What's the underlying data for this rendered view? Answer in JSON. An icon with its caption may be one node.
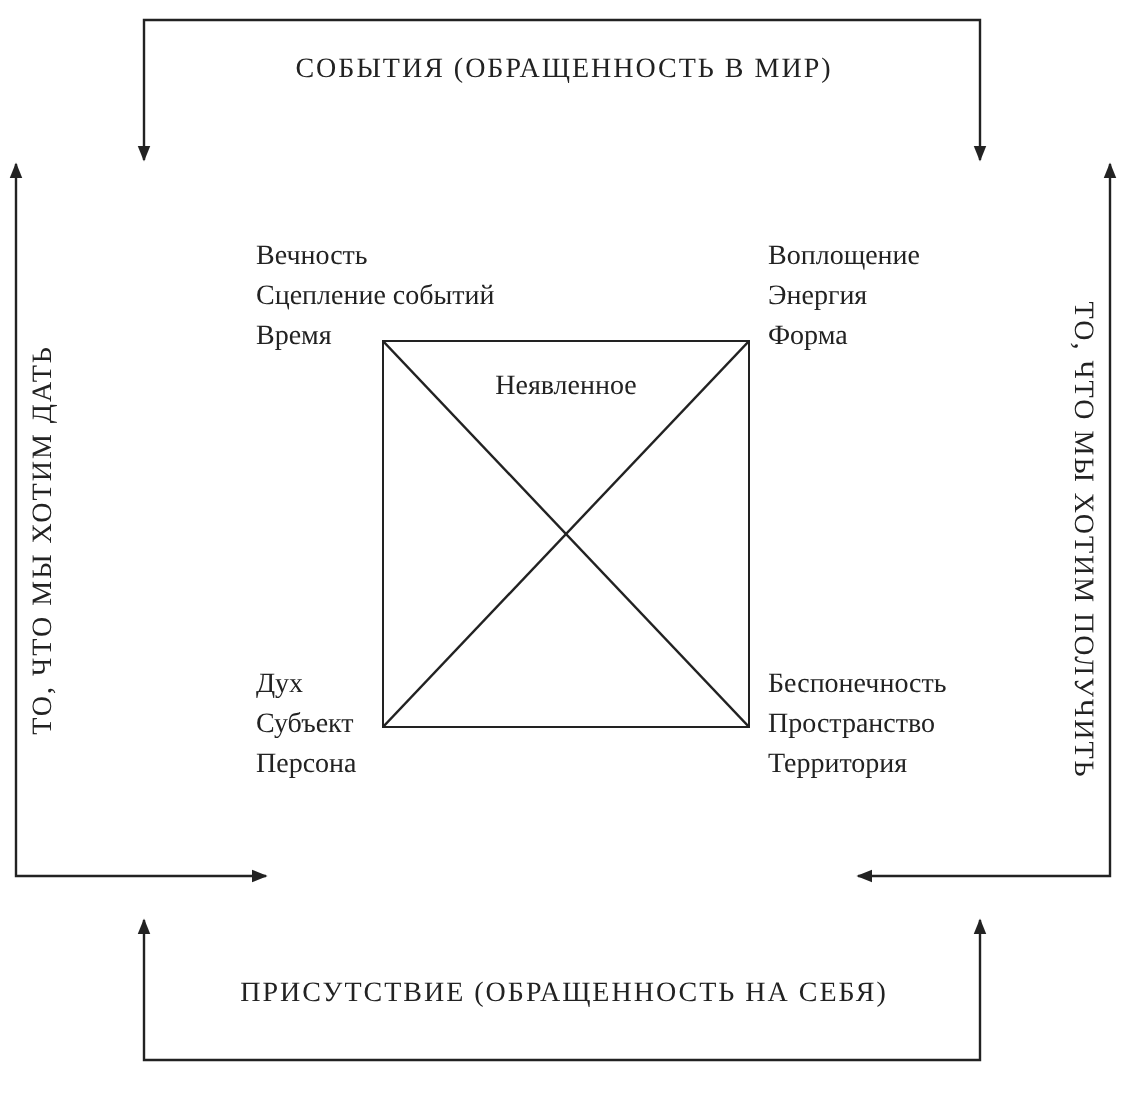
{
  "diagram": {
    "nodes": [
      {
        "text": [
          "Неявленное"
        ]
      }
    ],
    "labels": [
      "СОБЫТИЯ (ОБРАЩЕННОСТЬ В МИР)",
      "ТО, ЧТО МЫ ХОТИМ ДАТЬ",
      "ТО, ЧТО МЫ ХОТИМ ПОЛУЧИТЬ",
      "Вечность",
      "Сцепление событий",
      "Время",
      "Воплощение",
      "Энергия",
      "Форма",
      "Дух",
      "Субъект",
      "Персона",
      "Беспонечность",
      "Пространство",
      "Территория",
      "ПРИСУТСТВИЕ (ОБРАЩЕННОСТЬ НА СЕБЯ)"
    ]
  }
}
